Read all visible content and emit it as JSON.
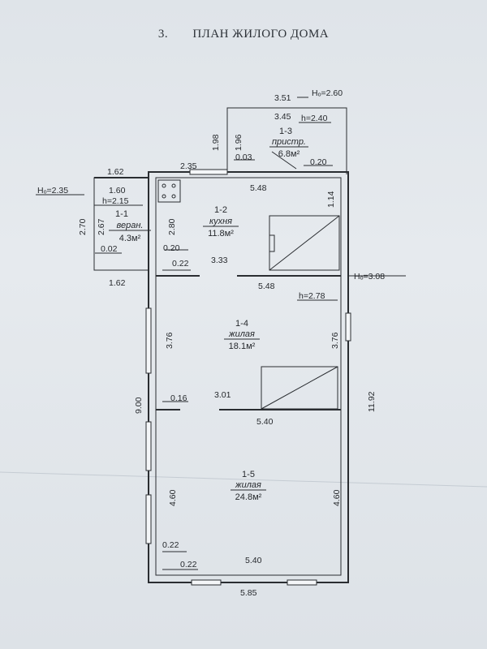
{
  "title": {
    "number": "3.",
    "text": "ПЛАН ЖИЛОГО ДОМА"
  },
  "rooms": {
    "r11": {
      "id": "1-1",
      "name": "веран.",
      "area": "4.3м²"
    },
    "r12": {
      "id": "1-2",
      "name": "кухня",
      "area": "11.8м²"
    },
    "r13": {
      "id": "1-3",
      "name": "пристр.",
      "area": "6.8м²"
    },
    "r14": {
      "id": "1-4",
      "name": "жилая",
      "area": "18.1м²"
    },
    "r15": {
      "id": "1-5",
      "name": "жилая",
      "area": "24.8м²"
    }
  },
  "heights": {
    "h_veranda": "Hₒ=2.35",
    "h_veranda_in": "h=2.15",
    "h_annex": "Hₒ=2.60",
    "h_annex_in": "h=2.40",
    "h_main": "Hₒ=3.08",
    "h_main_in": "h=2.78"
  },
  "dims": {
    "d351": "3.51",
    "d345": "3.45",
    "d198": "1.98",
    "d196": "1.96",
    "d003": "0.03",
    "d020_annex": "0.20",
    "d235": "2.35",
    "d548_top": "5.48",
    "d114": "1.14",
    "d162_top": "1.62",
    "d160": "1.60",
    "d270": "2.70",
    "d267": "2.67",
    "d280": "2.80",
    "d002": "0.02",
    "d020_ver": "0.20",
    "d022_top": "0.22",
    "d333": "3.33",
    "d162_bot": "1.62",
    "d548_mid": "5.48",
    "d376_left": "3.76",
    "d376_right": "3.76",
    "d900": "9.00",
    "d1192": "11.92",
    "d016": "0.16",
    "d301": "3.01",
    "d540_mid": "5.40",
    "d460_left": "4.60",
    "d460_right": "4.60",
    "d022_mid": "0.22",
    "d022_bot": "0.22",
    "d540_bot": "5.40",
    "d585": "5.85"
  }
}
